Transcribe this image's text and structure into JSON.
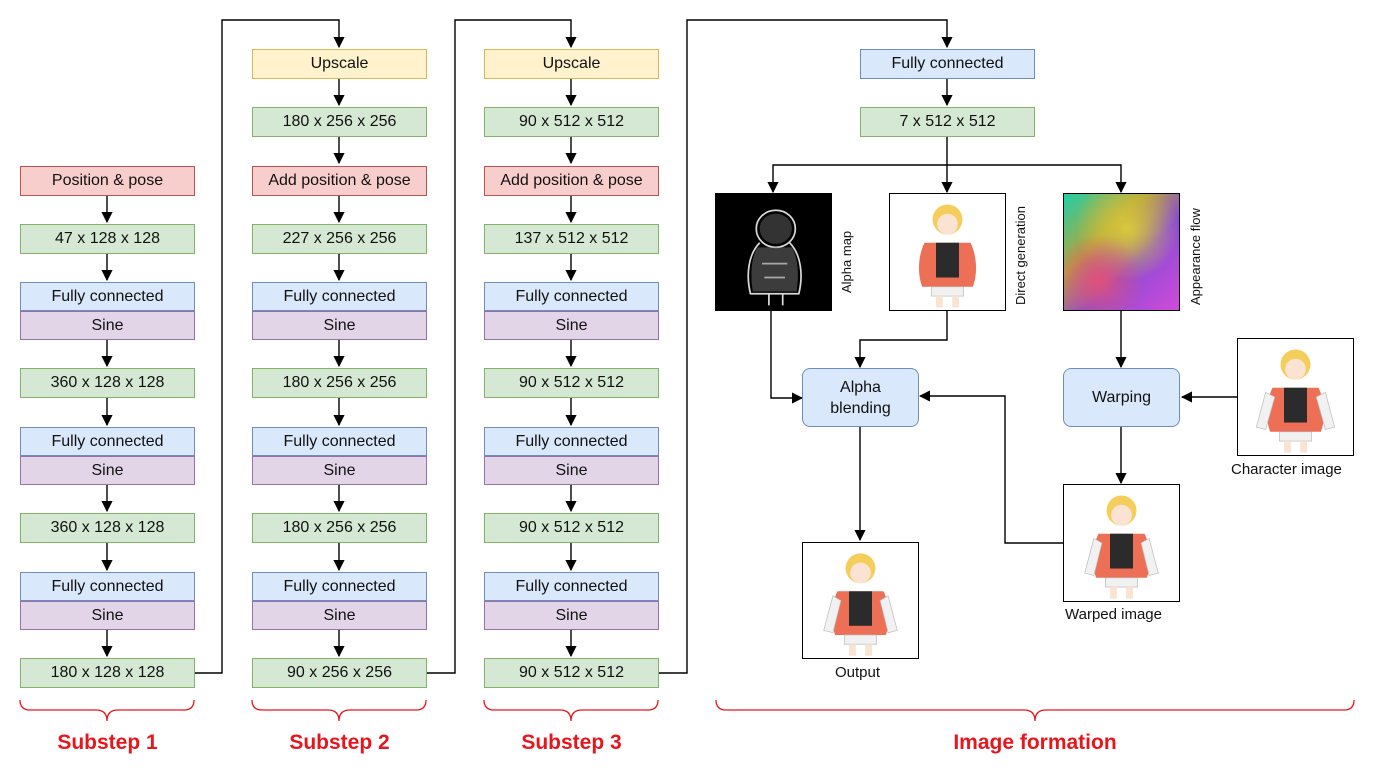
{
  "substep1": {
    "position_pose": "Position & pose",
    "t1": "47 x 128 x 128",
    "fc1": "Fully connected",
    "sine1": "Sine",
    "t2": "360 x 128 x 128",
    "fc2": "Fully connected",
    "sine2": "Sine",
    "t3": "360 x 128 x 128",
    "fc3": "Fully connected",
    "sine3": "Sine",
    "out": "180 x 128 x 128",
    "label": "Substep 1"
  },
  "substep2": {
    "upscale": "Upscale",
    "t0": "180 x 256 x 256",
    "add": "Add position & pose",
    "t1": "227 x 256 x 256",
    "fc1": "Fully connected",
    "sine1": "Sine",
    "t2": "180 x 256 x 256",
    "fc2": "Fully connected",
    "sine2": "Sine",
    "t3": "180 x 256 x 256",
    "fc3": "Fully connected",
    "sine3": "Sine",
    "out": "90 x 256 x 256",
    "label": "Substep 2"
  },
  "substep3": {
    "upscale": "Upscale",
    "t0": "90 x 512 x 512",
    "add": "Add position & pose",
    "t1": "137 x 512 x 512",
    "fc1": "Fully connected",
    "sine1": "Sine",
    "t2": "90 x 512 x 512",
    "fc2": "Fully connected",
    "sine2": "Sine",
    "t3": "90 x 512 x 512",
    "fc3": "Fully connected",
    "sine3": "Sine",
    "out": "90 x 512 x 512",
    "label": "Substep 3"
  },
  "formation": {
    "fc": "Fully connected",
    "tensor": "7 x 512 x 512",
    "alpha_map": "Alpha map",
    "direct_generation": "Direct generation",
    "appearance_flow": "Appearance flow",
    "alpha_blending": "Alpha blending",
    "warping": "Warping",
    "character_image": "Character image",
    "warped_image": "Warped image",
    "output": "Output",
    "label": "Image formation"
  },
  "colors": {
    "tensor_fill": "#d5e8d4",
    "tensor_stroke": "#82b366",
    "pose_fill": "#f8cecc",
    "pose_stroke": "#b85450",
    "fc_fill": "#dae8fc",
    "fc_stroke": "#6c8ebf",
    "sine_fill": "#e1d5e7",
    "sine_stroke": "#9673a6",
    "upscale_fill": "#fff2cc",
    "upscale_stroke": "#d6b656",
    "section_label": "#e8161c"
  }
}
